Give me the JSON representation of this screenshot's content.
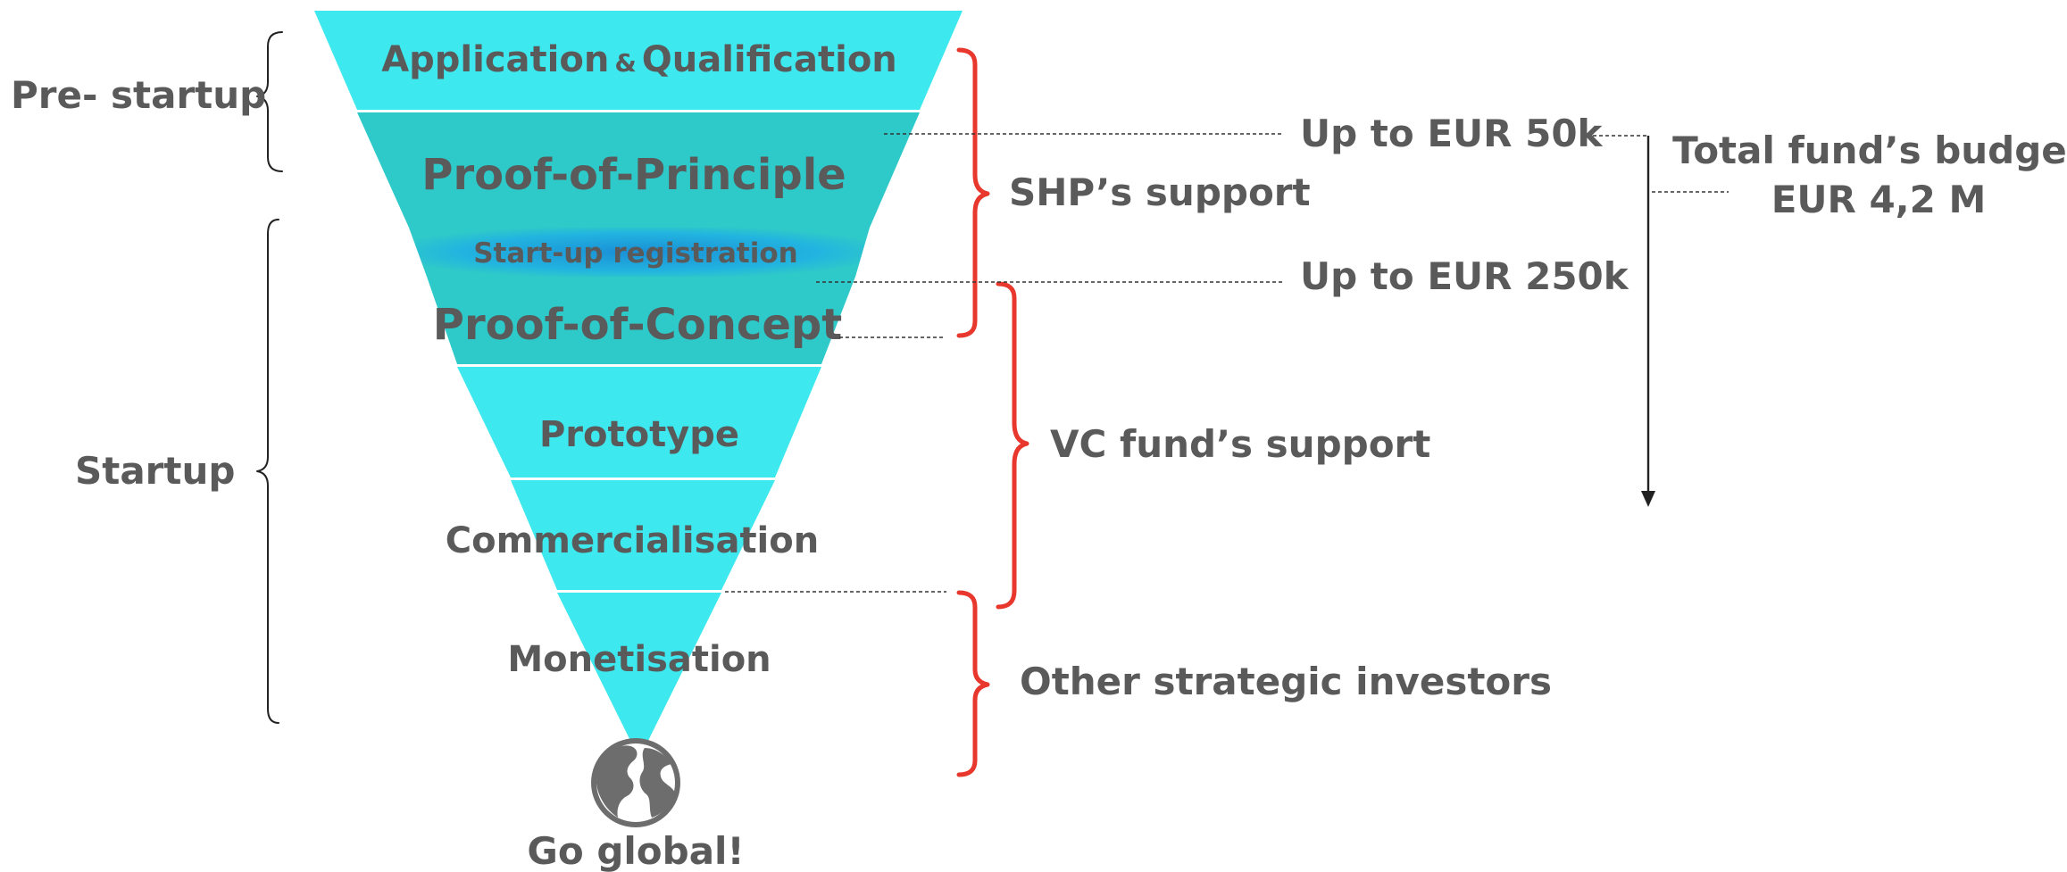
{
  "stages": [
    {
      "id": "application",
      "label": "Application",
      "amp": "&",
      "label2": "Qualification"
    },
    {
      "id": "proof-of-principle",
      "label": "Proof-of-Principle"
    },
    {
      "id": "startup-registration",
      "label": "Start-up registration"
    },
    {
      "id": "proof-of-concept",
      "label": "Proof-of-Concept"
    },
    {
      "id": "prototype",
      "label": "Prototype"
    },
    {
      "id": "commercialisation",
      "label": "Commercialisation"
    },
    {
      "id": "monetisation",
      "label": "Monetisation"
    }
  ],
  "go_global": "Go global!",
  "phases": {
    "pre_startup": "Pre- startup",
    "startup": "Startup"
  },
  "support": {
    "shp": "SHP’s support",
    "vc": "VC fund’s support",
    "other": "Other strategic investors"
  },
  "funding": {
    "up_to_50k": "Up to EUR 50k",
    "up_to_250k": "Up to EUR 250k",
    "total_line1": "Total fund’s budget",
    "total_line2": "EUR 4,2 M"
  },
  "colors": {
    "funnel_light": "#3de8ee",
    "funnel_mid": "#2ec9c9",
    "registration_band": "#1da3d8",
    "bracket_red": "#e8372c",
    "text_gray": "#5a5a5a",
    "globe_gray": "#6d6d6d"
  }
}
